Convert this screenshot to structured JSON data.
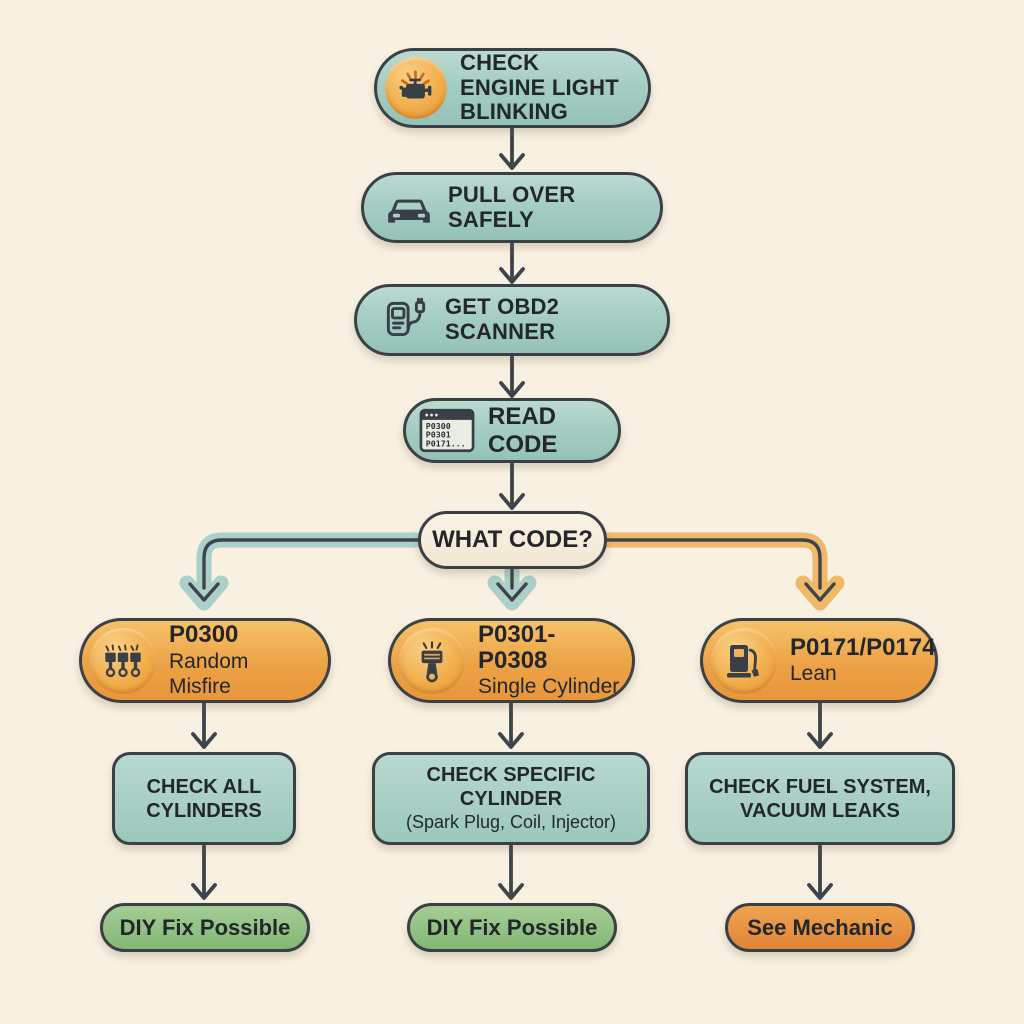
{
  "page": {
    "background": "#f8f0e1"
  },
  "colors": {
    "node_border": "#3a4046",
    "teal_node_fill": "#a5cec3",
    "orange_node_fill": "#eda246",
    "cream_node_fill": "#f6eedd",
    "green_outcome_fill": "#93c284",
    "mechanic_outcome_fill": "#e8923f",
    "icon_circle_fill": "#f2ae4c",
    "arrow": "#3d444b",
    "teal_connector": "#abd0ca",
    "orange_connector": "#efb968",
    "text": "#23272b"
  },
  "flow": {
    "steps": [
      {
        "label": "CHECK ENGINE LIGHT BLINKING",
        "icon": "engine-warning-icon"
      },
      {
        "label": "PULL OVER SAFELY",
        "icon": "car-icon"
      },
      {
        "label": "GET OBD2 SCANNER",
        "icon": "obd2-scanner-icon"
      },
      {
        "label": "READ CODE",
        "icon": "code-screen-icon",
        "screen_lines": [
          "P0300",
          "P0301",
          "P0171..."
        ]
      },
      {
        "label": "WHAT CODE?"
      }
    ],
    "branches": [
      {
        "code": "P0300",
        "desc": "Random Misfire",
        "icon": "triple-piston-icon",
        "action": "CHECK ALL CYLINDERS",
        "action_note": "",
        "outcome": "DIY Fix Possible",
        "outcome_type": "diy"
      },
      {
        "code": "P0301-P0308",
        "desc": "Single Cylinder",
        "icon": "single-piston-icon",
        "action": "CHECK SPECIFIC CYLINDER",
        "action_note": "(Spark Plug, Coil, Injector)",
        "outcome": "DIY Fix Possible",
        "outcome_type": "diy"
      },
      {
        "code": "P0171/P0174",
        "desc": "Lean",
        "icon": "fuel-pump-icon",
        "action": "CHECK FUEL SYSTEM, VACUUM LEAKS",
        "action_note": "",
        "outcome": "See Mechanic",
        "outcome_type": "mechanic"
      }
    ]
  }
}
